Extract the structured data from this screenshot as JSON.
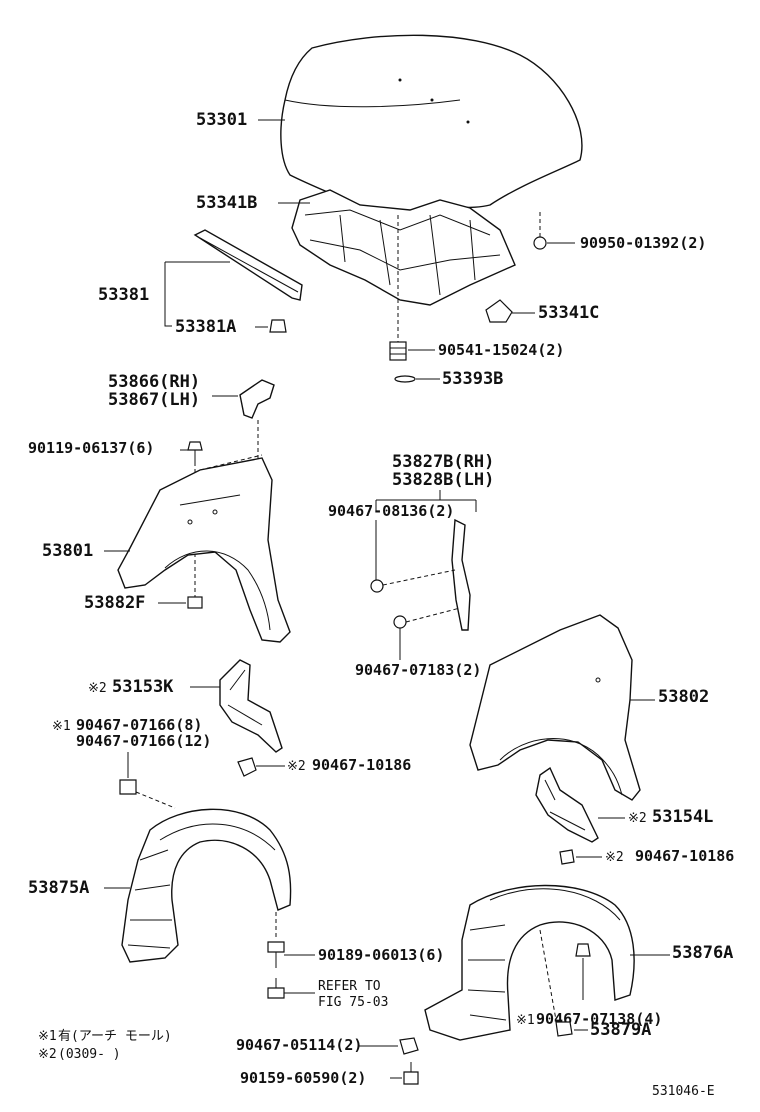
{
  "callouts": [
    {
      "id": "53301",
      "text": "53301"
    },
    {
      "id": "53341B",
      "text": "53341B"
    },
    {
      "id": "90950-01392",
      "text": "90950-01392(2)"
    },
    {
      "id": "53381",
      "text": "53381"
    },
    {
      "id": "53381A",
      "text": "53381A"
    },
    {
      "id": "53341C",
      "text": "53341C"
    },
    {
      "id": "90541-15024",
      "text": "90541-15024(2)"
    },
    {
      "id": "53393B",
      "text": "53393B"
    },
    {
      "id": "53866",
      "text": "53866(RH)"
    },
    {
      "id": "53867",
      "text": "53867(LH)"
    },
    {
      "id": "90119-06137",
      "text": "90119-06137(6)"
    },
    {
      "id": "53827B",
      "text": "53827B(RH)"
    },
    {
      "id": "53828B",
      "text": "53828B(LH)"
    },
    {
      "id": "90467-08136",
      "text": "90467-08136(2)"
    },
    {
      "id": "53801",
      "text": "53801"
    },
    {
      "id": "53882F",
      "text": "53882F"
    },
    {
      "id": "90467-07183",
      "text": "90467-07183(2)"
    },
    {
      "id": "53153K",
      "text": "53153K"
    },
    {
      "id": "53802",
      "text": "53802"
    },
    {
      "id": "90467-07166-8",
      "text": "90467-07166(8)"
    },
    {
      "id": "90467-07166-12",
      "text": "90467-07166(12)"
    },
    {
      "id": "90467-10186-a",
      "text": "90467-10186"
    },
    {
      "id": "53154L",
      "text": "53154L"
    },
    {
      "id": "90467-10186-b",
      "text": "90467-10186"
    },
    {
      "id": "53875A",
      "text": "53875A"
    },
    {
      "id": "90189-06013",
      "text": "90189-06013(6)"
    },
    {
      "id": "53876A",
      "text": "53876A"
    },
    {
      "id": "refer-1",
      "text": "REFER TO"
    },
    {
      "id": "refer-2",
      "text": "FIG  75-03"
    },
    {
      "id": "90467-07138",
      "text": "90467-07138(4)"
    },
    {
      "id": "90467-05114",
      "text": "90467-05114(2)"
    },
    {
      "id": "53879A",
      "text": "53879A"
    },
    {
      "id": "90159-60590",
      "text": "90159-60590(2)"
    }
  ],
  "marks": {
    "m1": "※1",
    "m2": "※2"
  },
  "notes": [
    {
      "mark": "※1",
      "text": "有(アーチ モール)"
    },
    {
      "mark": "※2",
      "text": "(0309-        )"
    }
  ],
  "figure_code": "531046-E"
}
